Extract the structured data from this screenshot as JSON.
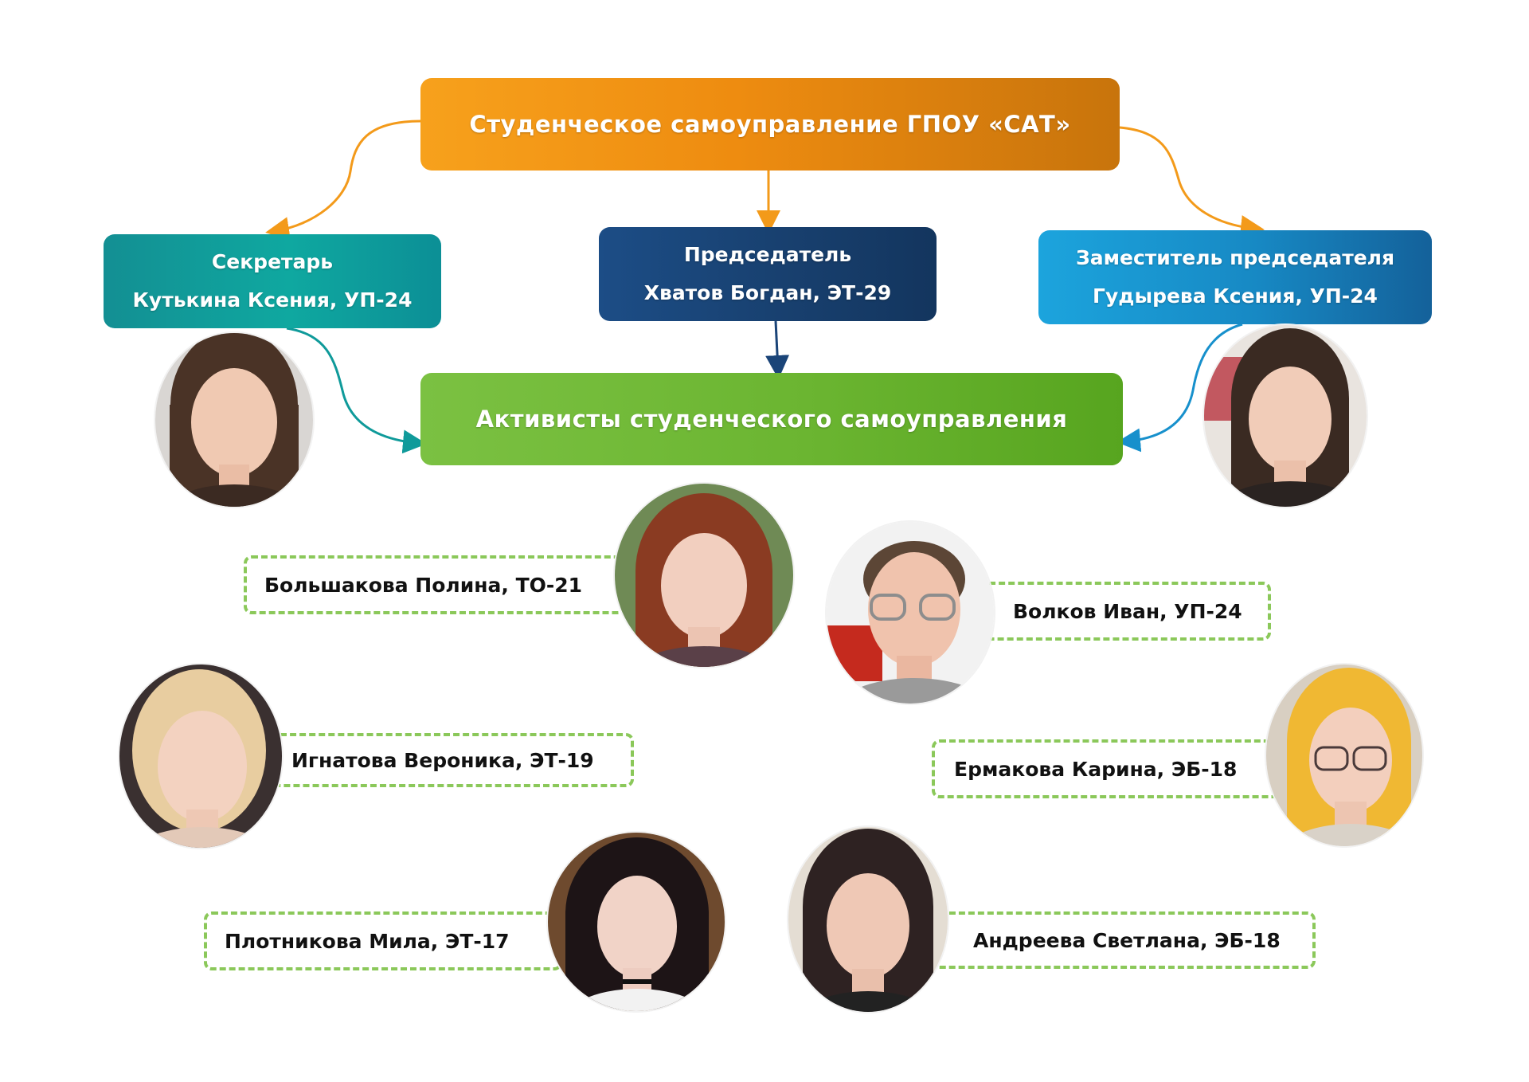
{
  "title": "Студенческое самоуправление ГПОУ «САТ»",
  "secretary": {
    "role": "Секретарь",
    "name": "Кутькина Ксения, УП-24"
  },
  "chairman": {
    "role": "Председатель",
    "name": "Хватов Богдан, ЭТ-29"
  },
  "deputy": {
    "role": "Заместитель председателя",
    "name": "Гудырева Ксения, УП-24"
  },
  "activists_title": "Активисты студенческого самоуправления",
  "activists": [
    {
      "name": "Большакова Полина, ТО-21"
    },
    {
      "name": "Волков Иван, УП-24"
    },
    {
      "name": "Игнатова Вероника, ЭТ-19"
    },
    {
      "name": "Ермакова Карина, ЭБ-18"
    },
    {
      "name": "Плотникова Мила, ЭТ-17"
    },
    {
      "name": "Андреева Светлана, ЭБ-18"
    }
  ],
  "colors": {
    "orange": "#f39a1a",
    "teal": "#0f9a9a",
    "navy": "#1a4478",
    "sky": "#1790cc",
    "green": "#6cb534",
    "dashed_border": "#8bc85a"
  }
}
